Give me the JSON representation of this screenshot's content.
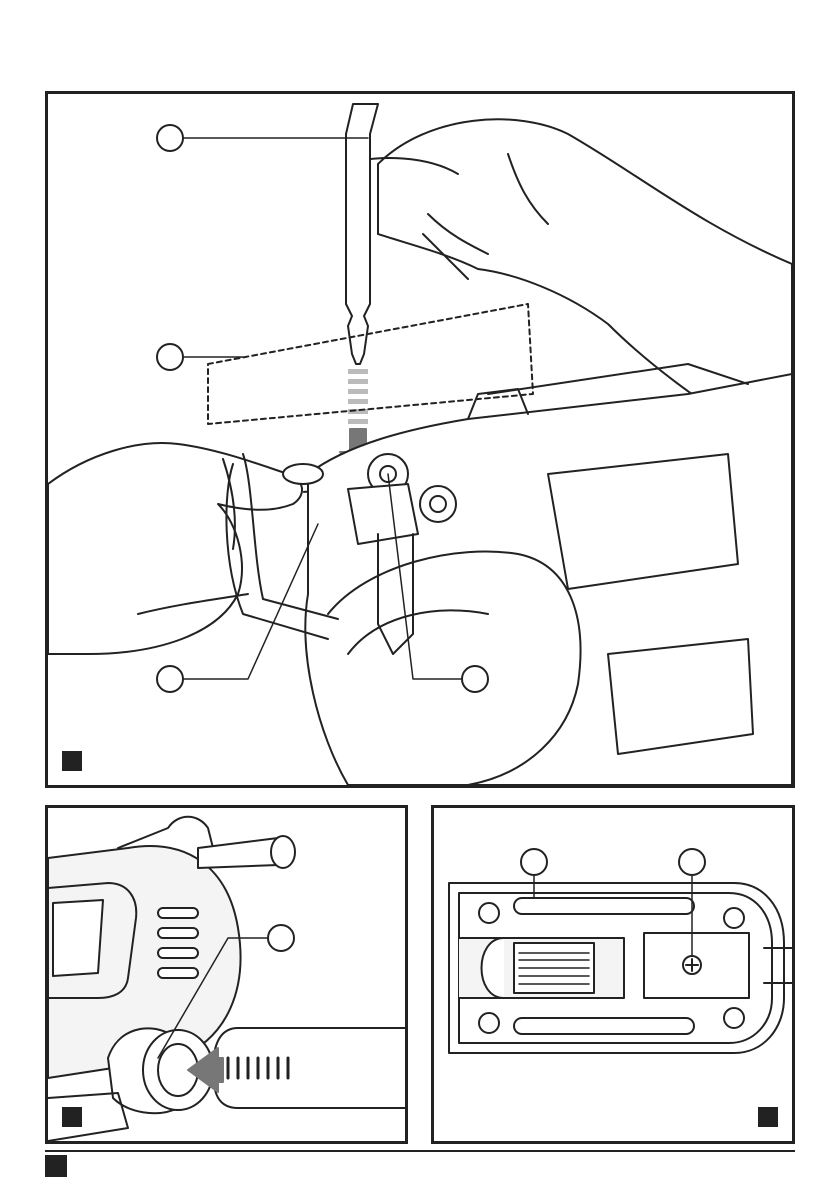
{
  "figures": [
    {
      "id": "panel-a",
      "tag_label": "",
      "callouts": [
        "",
        "",
        "",
        ""
      ]
    },
    {
      "id": "panel-b",
      "tag_label": "",
      "callouts": [
        ""
      ]
    },
    {
      "id": "panel-c",
      "tag_label": "",
      "callouts": [
        "",
        ""
      ]
    }
  ],
  "page": {
    "tag_label": ""
  },
  "colors": {
    "ink": "#222222",
    "arrow": "#777777",
    "paper": "#ffffff"
  },
  "icons": {
    "arrow_down": "insert-arrow-icon",
    "arrow_left": "push-arrow-icon"
  }
}
